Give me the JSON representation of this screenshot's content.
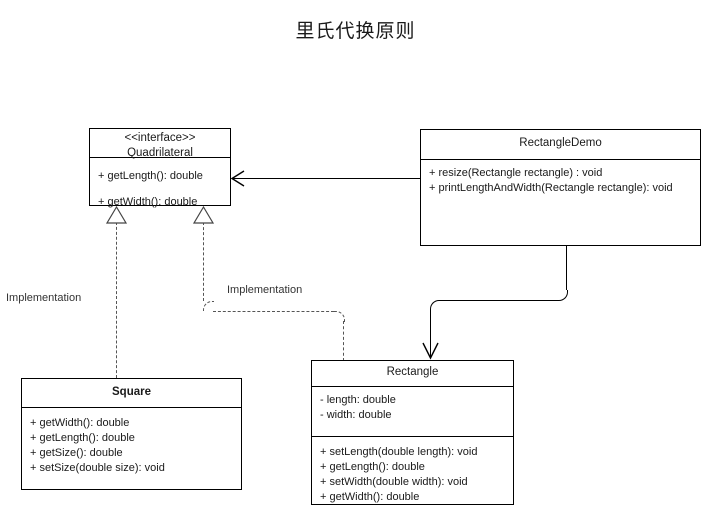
{
  "diagram": {
    "title": "里氏代换原则",
    "type": "uml-class-diagram"
  },
  "classes": {
    "quadrilateral": {
      "stereotype": "<<interface>>",
      "name": "Quadrilateral",
      "methods": [
        "+ getLength(): double",
        "+ getWidth(): double"
      ]
    },
    "rectangle_demo": {
      "name": "RectangleDemo",
      "methods": [
        "+ resize(Rectangle rectangle) : void",
        "+ printLengthAndWidth(Rectangle rectangle): void"
      ]
    },
    "square": {
      "name": "Square",
      "methods": [
        "+ getWidth(): double",
        "+ getLength(): double",
        "+ getSize(): double",
        "+ setSize(double size): void"
      ]
    },
    "rectangle": {
      "name": "Rectangle",
      "attributes": [
        "- length: double",
        "- width: double"
      ],
      "methods": [
        "+ setLength(double length): void",
        "+ getLength(): double",
        "+ setWidth(double width): void",
        "+ getWidth(): double"
      ]
    }
  },
  "edges": {
    "square_implements": {
      "label": "Implementation",
      "style": "dashed",
      "arrow": "hollow-triangle",
      "from": "Square",
      "to": "Quadrilateral"
    },
    "rectangle_implements": {
      "label": "Implementation",
      "style": "dashed",
      "arrow": "hollow-triangle",
      "from": "Rectangle",
      "to": "Quadrilateral"
    },
    "demo_uses_quadrilateral": {
      "label": "",
      "style": "solid",
      "arrow": "open",
      "from": "RectangleDemo",
      "to": "Quadrilateral"
    },
    "demo_uses_rectangle": {
      "label": "",
      "style": "solid",
      "arrow": "open",
      "from": "RectangleDemo",
      "to": "Rectangle"
    }
  },
  "colors": {
    "background": "#ffffff",
    "stroke": "#000000",
    "dashed_stroke": "#555555",
    "text": "#1a1a1a",
    "label_text": "#333333"
  }
}
